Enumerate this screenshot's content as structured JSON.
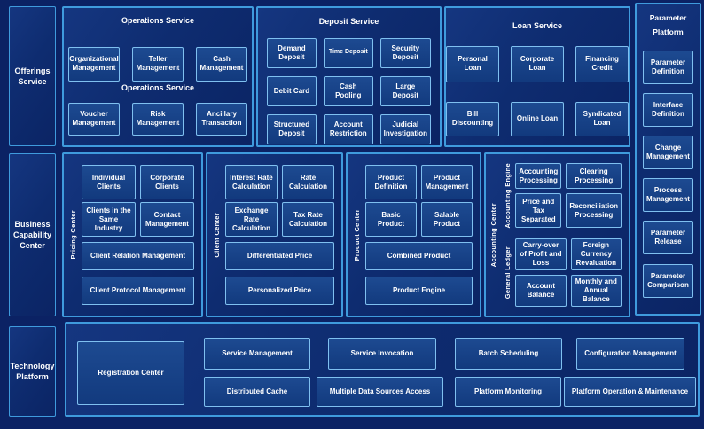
{
  "colors": {
    "page_bg": "#0b2264",
    "panel_border": "#3f9bdd",
    "box_border": "#7fc0f0",
    "box_fill_top": "#1d4a91",
    "box_fill_bottom": "#123a7e",
    "text": "#ffffff"
  },
  "sidebar": {
    "offerings": "Offerings Service",
    "business_capability": "Business Capability Center",
    "technology": "Technology Platform"
  },
  "operations": {
    "title": "Operations Service",
    "caption": "Operations Service",
    "row1": [
      "Organizational Management",
      "Teller Management",
      "Cash Management"
    ],
    "row2": [
      "Voucher Management",
      "Risk Management",
      "Ancillary Transaction"
    ]
  },
  "deposit": {
    "title": "Deposit Service",
    "boxes": [
      "Demand Deposit",
      "Time Deposit",
      "Security Deposit",
      "Debit Card",
      "Cash Pooling",
      "Large Deposit",
      "Structured Deposit",
      "Account Restriction",
      "Judicial Investigation"
    ]
  },
  "loan": {
    "title": "Loan Service",
    "row1": [
      "Personal Loan",
      "Corporate Loan",
      "Financing Credit"
    ],
    "row2": [
      "Bill Discounting",
      "Online Loan",
      "Syndicated Loan"
    ]
  },
  "parameter": {
    "title": "Parameter Platform",
    "items": [
      "Parameter Definition",
      "Interface Definition",
      "Change Management",
      "Process Management",
      "Parameter Release",
      "Parameter Comparison"
    ]
  },
  "pricing_center": {
    "vlabel": "Pricing Center",
    "grid": [
      "Individual Clients",
      "Corporate Clients",
      "Clients in the Same Industry",
      "Contact Management"
    ],
    "wide": [
      "Client Relation Management",
      "Client Protocol Management"
    ]
  },
  "client_center": {
    "vlabel": "Client Center",
    "grid": [
      "Interest Rate Calculation",
      "Rate Calculation",
      "Exchange Rate Calculation",
      "Tax Rate Calculation"
    ],
    "wide": [
      "Differentiated Price",
      "Personalized Price"
    ]
  },
  "product_center": {
    "vlabel": "Product Center",
    "grid": [
      "Product Definition",
      "Product Management",
      "Basic Product",
      "Salable Product"
    ],
    "wide": [
      "Combined Product",
      "Product Engine"
    ]
  },
  "accounting": {
    "vlabel": "Accounting Center",
    "engine": {
      "vlabel": "Accounting Engine",
      "boxes": [
        "Accounting Processing",
        "Clearing Processing",
        "Price and Tax Separated",
        "Reconciliation Processing"
      ]
    },
    "ledger": {
      "vlabel": "General Ledger",
      "boxes": [
        "Carry-over of Profit and Loss",
        "Foreign Currency Revaluation",
        "Account Balance",
        "Monthly and Annual Balance"
      ]
    }
  },
  "technology_platform": {
    "registration": "Registration Center",
    "row1": [
      "Service Management",
      "Service Invocation",
      "Batch Scheduling",
      "Configuration Management"
    ],
    "row2": [
      "Distributed Cache",
      "Multiple Data Sources Access",
      "Platform Monitoring",
      "Platform Operation & Maintenance"
    ]
  }
}
